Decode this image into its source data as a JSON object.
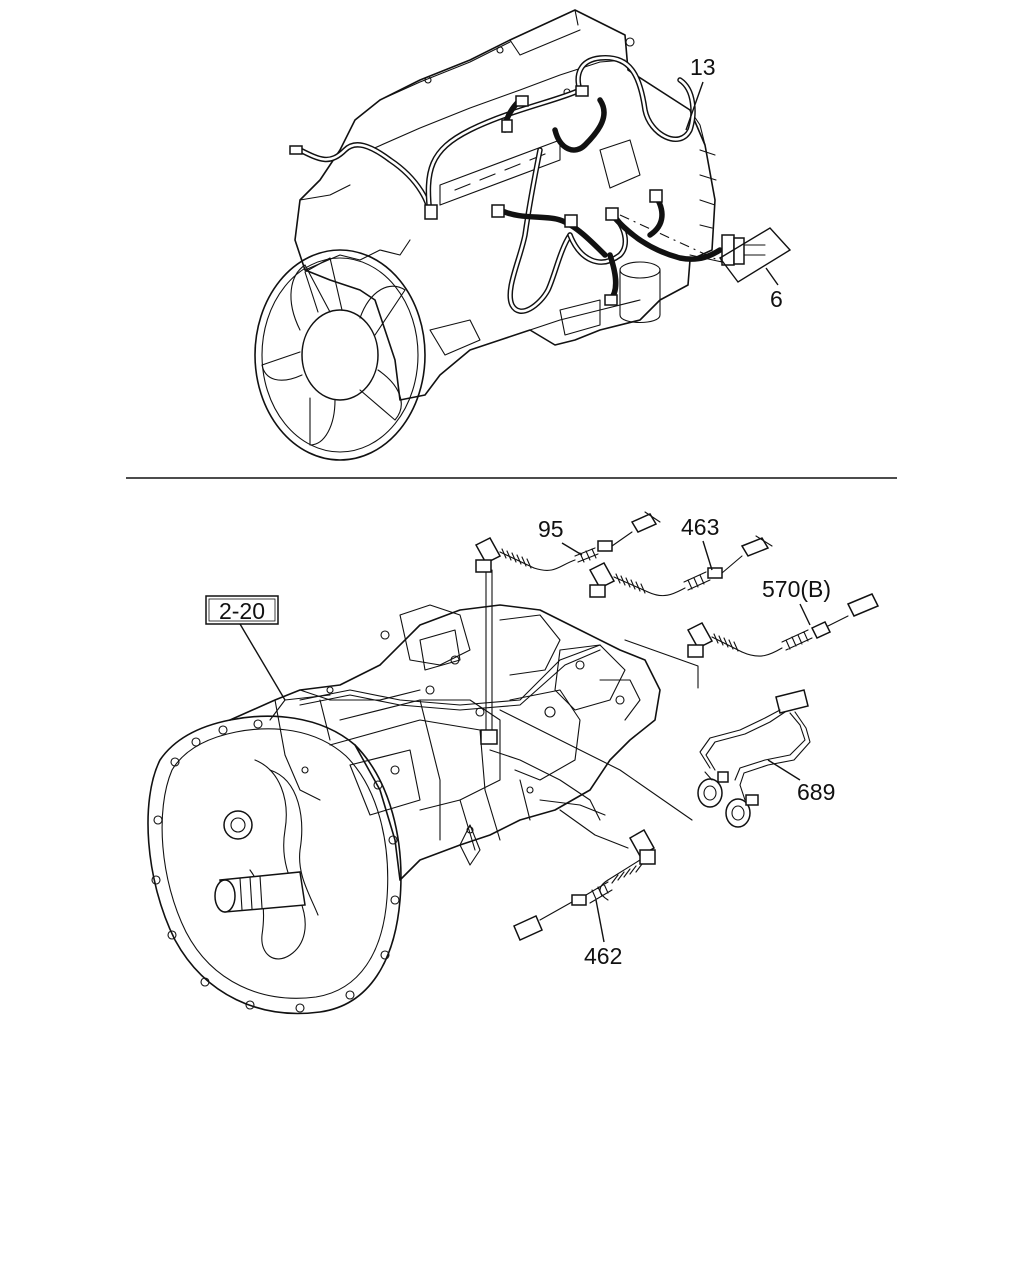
{
  "figure": {
    "top_illustration": "engine-harness",
    "bottom_illustration": "transmission-sensors"
  },
  "callouts": {
    "engine_harness": "13",
    "connector_bracket": "6",
    "sensor_95": "95",
    "sensor_463": "463",
    "sensor_570": "570(B)",
    "reference_box": "2-20",
    "harness_689": "689",
    "sensor_462": "462"
  }
}
